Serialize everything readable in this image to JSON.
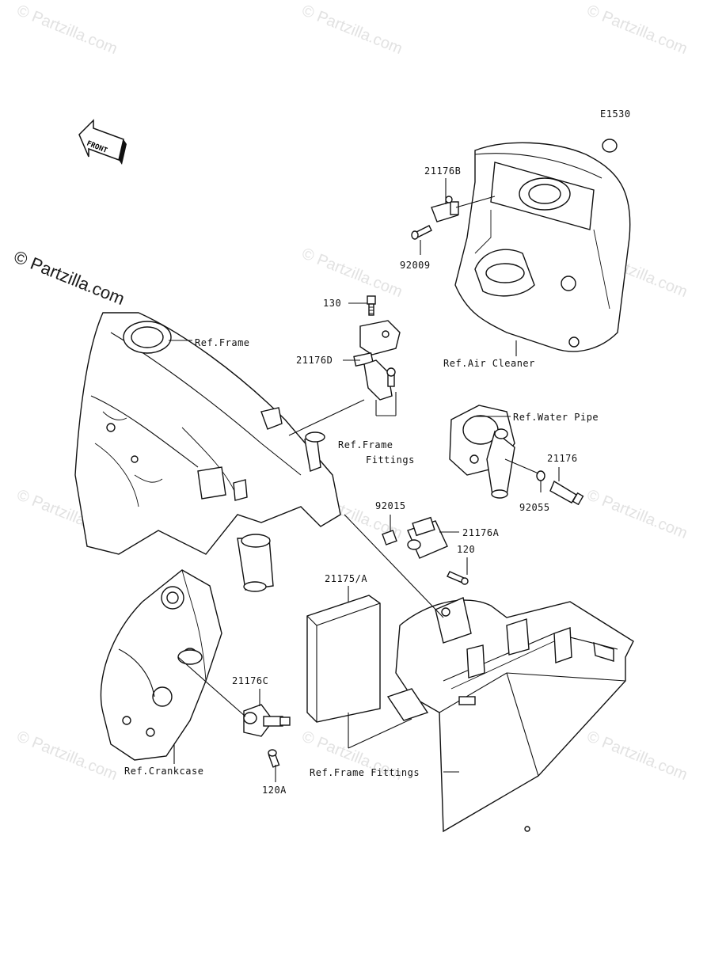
{
  "diagram": {
    "code": "E1530",
    "front_label": "FRONT",
    "copyright_mark": "© Partzilla.com",
    "watermark": "© Partzilla.com",
    "labels": {
      "p21176b": "21176B",
      "p92009": "92009",
      "p130": "130",
      "p21176d": "21176D",
      "ref_frame": "Ref.Frame",
      "ref_air_cleaner": "Ref.Air Cleaner",
      "ref_frame_fittings_1": "Ref.Frame",
      "ref_frame_fittings_2": "Fittings",
      "ref_water_pipe": "Ref.Water Pipe",
      "p21176": "21176",
      "p92055": "92055",
      "p92015": "92015",
      "p21176a": "21176A",
      "p120": "120",
      "p21175a": "21175/A",
      "p21176c": "21176C",
      "ref_crankcase": "Ref.Crankcase",
      "ref_frame_fittings_bottom": "Ref.Frame Fittings",
      "p120a": "120A"
    }
  }
}
